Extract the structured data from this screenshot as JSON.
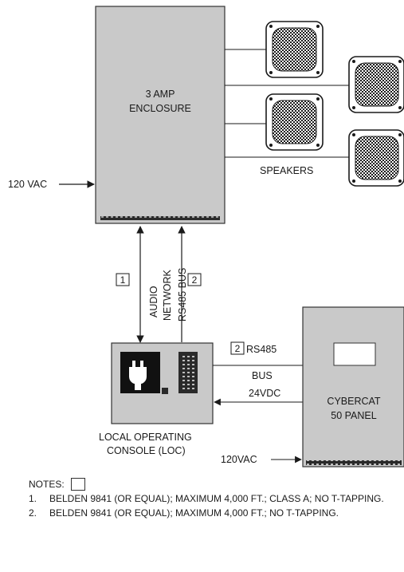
{
  "amp_enclosure": {
    "line1": "3 AMP",
    "line2": "ENCLOSURE"
  },
  "amp_power": "120 VAC",
  "speakers_label": "SPEAKERS",
  "audio_network": {
    "box": "1",
    "line1": "AUDIO",
    "line2": "NETWORK"
  },
  "rs485_vertical": {
    "box": "2",
    "text": "RS485 BUS"
  },
  "rs485_horizontal": {
    "box": "2",
    "line1": "RS485",
    "line2": "BUS"
  },
  "dc_label": "24VDC",
  "panel": {
    "line1": "CYBERCAT",
    "line2": "50 PANEL"
  },
  "panel_power": "120VAC",
  "loc": {
    "line1": "LOCAL OPERATING",
    "line2": "CONSOLE (LOC)"
  },
  "notes": {
    "title": "NOTES:",
    "items": [
      {
        "num": "1.",
        "text": "BELDEN 9841 (OR EQUAL); MAXIMUM 4,000 FT.; CLASS A; NO T-TAPPING."
      },
      {
        "num": "2.",
        "text": "BELDEN 9841 (OR EQUAL); MAXIMUM 4,000 FT.; NO T-TAPPING."
      }
    ]
  }
}
